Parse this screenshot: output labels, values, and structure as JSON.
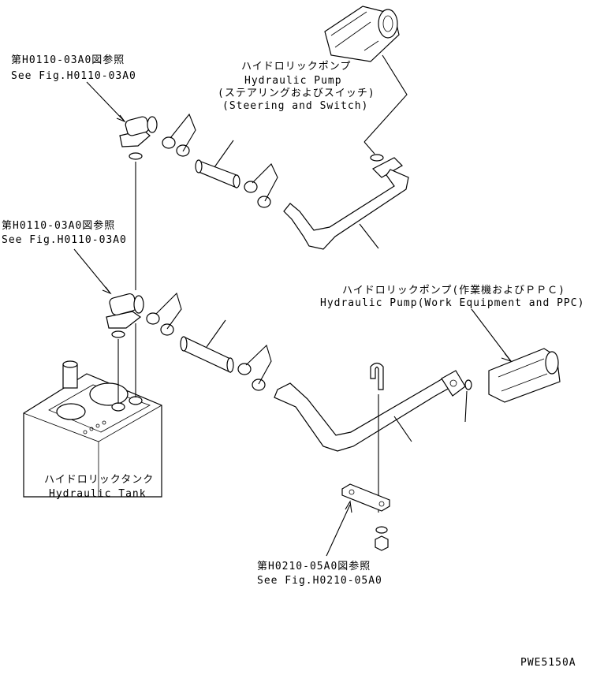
{
  "callouts": {
    "ref_top": {
      "jp": "第H0110-03A0図参照",
      "en": "See Fig.H0110-03A0"
    },
    "ref_mid": {
      "jp": "第H0110-03A0図参照",
      "en": "See Fig.H0110-03A0"
    },
    "ref_bottom": {
      "jp": "第H0210-05A0図参照",
      "en": "See Fig.H0210-05A0"
    },
    "pump_steering": {
      "jp": "ハイドロリックポンプ",
      "en": "Hydraulic Pump",
      "jp_sub": "(ステアリングおよびスイッチ)",
      "en_sub": "(Steering and Switch)"
    },
    "pump_work": {
      "jp": "ハイドロリックポンプ(作業機およびＰＰＣ)",
      "en": "Hydraulic Pump(Work Equipment and PPC)"
    },
    "tank": {
      "jp": "ハイドロリックタンク",
      "en": "Hydraulic Tank"
    }
  },
  "drawing_code": "PWE5150A"
}
